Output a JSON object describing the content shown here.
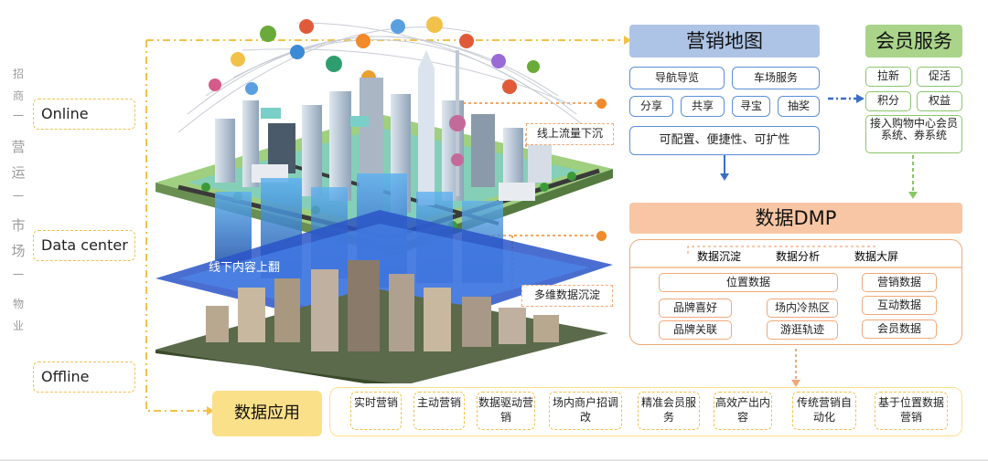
{
  "left_vertical": {
    "chars": [
      "招",
      "商",
      "一",
      "营",
      "运",
      "一",
      "市",
      "场",
      "一",
      "物",
      "业"
    ]
  },
  "layers": {
    "online": "Online",
    "data_center": "Data center",
    "offline": "Offline"
  },
  "city_annotations": {
    "inner_label": "线下内容上翻",
    "online_note": "线上流量下沉",
    "data_note": "多维数据沉淀"
  },
  "marketing_map": {
    "title": "营销地图",
    "items": [
      "导航导览",
      "车场服务",
      "分享",
      "共享",
      "寻宝",
      "抽奖"
    ],
    "feature": "可配置、便捷性、可扩性"
  },
  "member_service": {
    "title": "会员服务",
    "items": [
      "拉新",
      "促活",
      "积分",
      "权益"
    ],
    "access": "接入购物中心会员系统、券系统"
  },
  "dmp": {
    "title": "数据DMP",
    "top_items": [
      "数据沉淀",
      "数据分析",
      "数据大屏"
    ],
    "location": "位置数据",
    "left_items": [
      "品牌喜好",
      "品牌关联"
    ],
    "mid_items": [
      "场内冷热区",
      "游逛轨迹"
    ],
    "right_items": [
      "营销数据",
      "互动数据",
      "会员数据"
    ]
  },
  "data_application": {
    "title": "数据应用",
    "items": [
      "实时营销",
      "主动营销",
      "数据驱动营销",
      "场内商户招调改",
      "精准会员服务",
      "高效产出内容",
      "传统营销自动化",
      "基于位置数据营销"
    ]
  },
  "colors": {
    "accent_yellow": "#f2c14a",
    "accent_orange": "#f08a2a",
    "accent_blue": "#5b8ed6",
    "accent_green": "#8cc56a"
  }
}
